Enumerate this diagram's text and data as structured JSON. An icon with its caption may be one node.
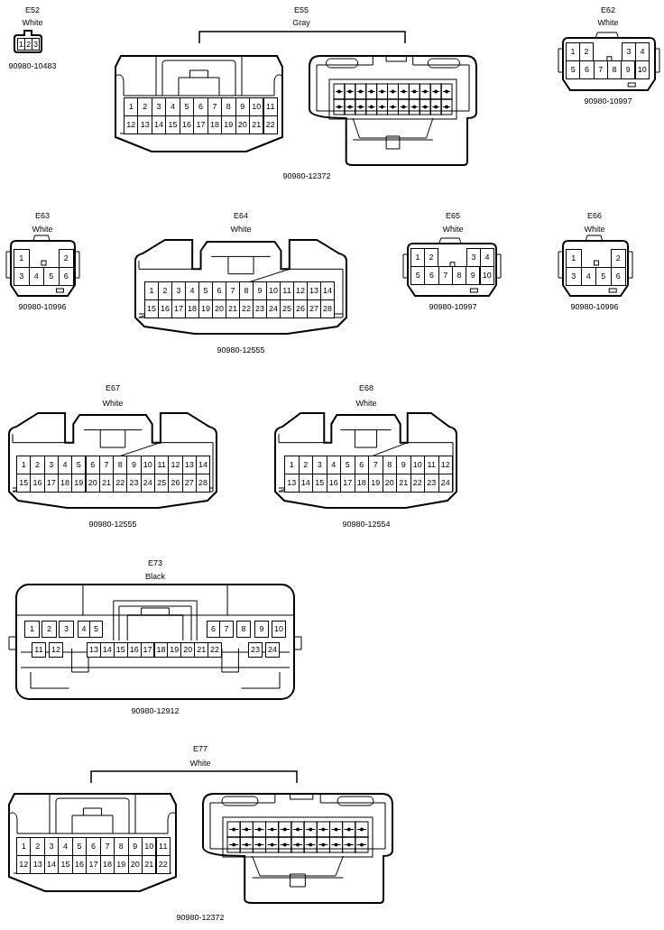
{
  "diagram": {
    "nodes": [
      {
        "text": [
          "1",
          "2",
          "3"
        ],
        "beside": [
          "E52",
          "White",
          "90980-10483"
        ]
      },
      {
        "text": [
          "1",
          "2",
          "3",
          "4",
          "5",
          "6",
          "7",
          "8",
          "9",
          "10",
          "11",
          "12",
          "13",
          "14",
          "15",
          "16",
          "17",
          "18",
          "19",
          "20",
          "21",
          "22"
        ],
        "beside": [
          "E55",
          "Gray"
        ]
      },
      {
        "text": [],
        "shape": "box"
      },
      {
        "text": [
          "1",
          "2",
          "3",
          "4",
          "5",
          "6",
          "7",
          "8",
          "9",
          "10"
        ],
        "beside": [
          "E62",
          "White",
          "90980-10997"
        ]
      },
      {
        "text": [
          "1",
          "2",
          "3",
          "4",
          "5",
          "6"
        ],
        "beside": [
          "E63",
          "White",
          "90980-10996"
        ]
      },
      {
        "text": [
          "1",
          "2",
          "3",
          "4",
          "5",
          "6",
          "7",
          "8",
          "9",
          "10",
          "11",
          "12",
          "13",
          "14",
          "15",
          "16",
          "17",
          "18",
          "19",
          "20",
          "21",
          "22",
          "23",
          "24",
          "25",
          "26",
          "27",
          "28"
        ],
        "beside": [
          "E64",
          "White",
          "90980-12555"
        ]
      },
      {
        "text": [
          "1",
          "2",
          "3",
          "4",
          "5",
          "6",
          "7",
          "8",
          "9",
          "10"
        ],
        "beside": [
          "E65",
          "White",
          "90980-10997"
        ]
      },
      {
        "text": [
          "1",
          "2",
          "3",
          "4",
          "5",
          "6"
        ],
        "beside": [
          "E66",
          "White",
          "90980-10996"
        ]
      },
      {
        "text": [
          "1",
          "2",
          "3",
          "4",
          "5",
          "6",
          "7",
          "8",
          "9",
          "10",
          "11",
          "12",
          "13",
          "14",
          "15",
          "16",
          "17",
          "18",
          "19",
          "20",
          "21",
          "22",
          "23",
          "24",
          "25",
          "26",
          "27",
          "28"
        ],
        "beside": [
          "E67",
          "White",
          "90980-12555"
        ]
      },
      {
        "text": [
          "1",
          "2",
          "3",
          "4",
          "5",
          "6",
          "7",
          "8",
          "9",
          "10",
          "11",
          "12",
          "13",
          "14",
          "15",
          "16",
          "17",
          "18",
          "19",
          "20",
          "21",
          "22",
          "23",
          "24"
        ],
        "beside": [
          "E68",
          "White",
          "90980-12554"
        ]
      },
      {
        "text": [
          "1",
          "2",
          "3",
          "4",
          "5",
          "6",
          "7",
          "8",
          "9",
          "10",
          "11",
          "12",
          "13",
          "14",
          "15",
          "16",
          "17",
          "18",
          "19",
          "20",
          "21",
          "22",
          "23",
          "24"
        ],
        "beside": [
          "E73",
          "Black",
          "90980-12912"
        ]
      },
      {
        "text": [
          "1",
          "2",
          "3",
          "4",
          "5",
          "6",
          "7",
          "8",
          "9",
          "10",
          "11",
          "12",
          "13",
          "14",
          "15",
          "16",
          "17",
          "18",
          "19",
          "20",
          "21",
          "22"
        ],
        "beside": [
          "E77",
          "White"
        ]
      },
      {
        "text": [],
        "shape": "box"
      }
    ],
    "labels": [
      "90980-12372",
      "90980-12372"
    ]
  }
}
